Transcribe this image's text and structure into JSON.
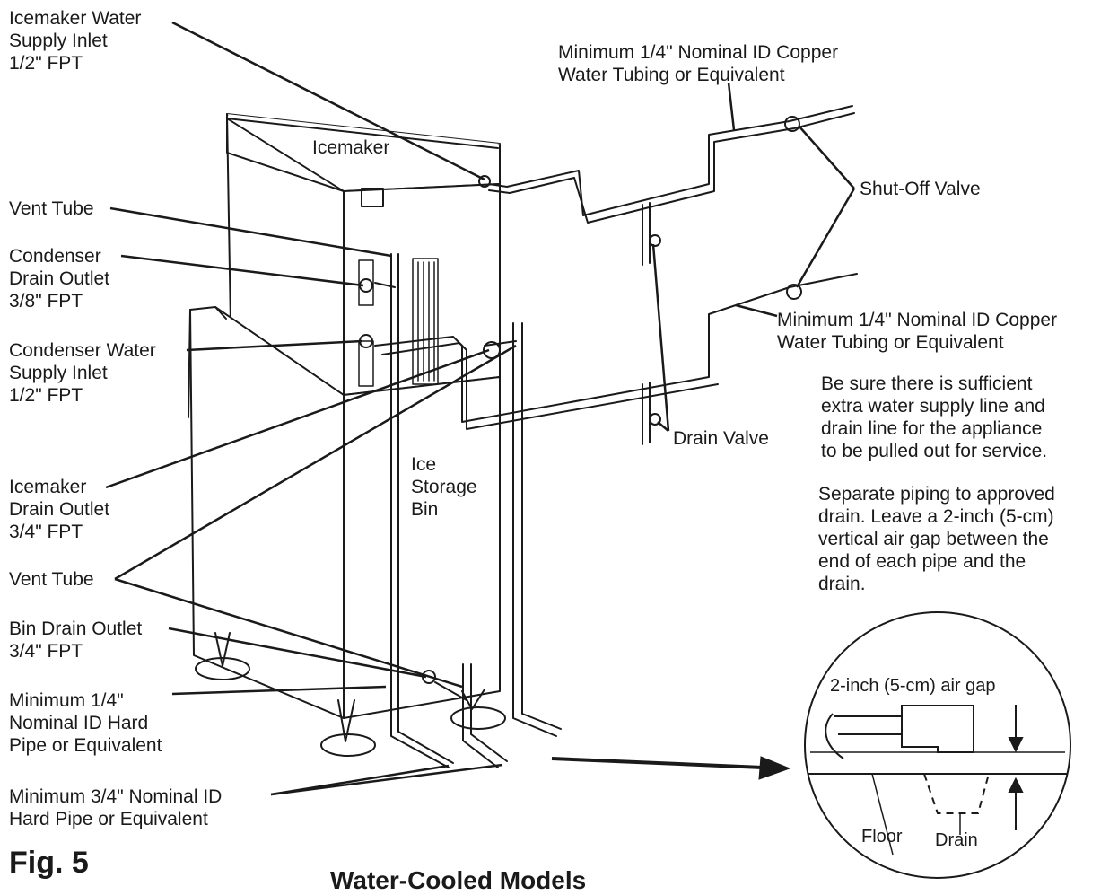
{
  "labels": {
    "icemaker_water_inlet": [
      "Icemaker Water",
      "Supply Inlet",
      "1/2\" FPT"
    ],
    "vent_tube_top": [
      "Vent Tube"
    ],
    "condenser_drain": [
      "Condenser",
      "Drain Outlet",
      "3/8\" FPT"
    ],
    "condenser_water": [
      "Condenser Water",
      "Supply Inlet",
      "1/2\" FPT"
    ],
    "icemaker_drain": [
      "Icemaker",
      "Drain Outlet",
      "3/4\" FPT"
    ],
    "vent_tube_bottom": [
      "Vent Tube"
    ],
    "bin_drain": [
      "Bin Drain Outlet",
      "3/4\" FPT"
    ],
    "hard_pipe_quarter": [
      "Minimum 1/4\"",
      "Nominal ID Hard",
      "Pipe or Equivalent"
    ],
    "hard_pipe_three_quarter": [
      "Minimum 3/4\" Nominal ID",
      "Hard Pipe or Equivalent"
    ],
    "copper_top": [
      "Minimum 1/4\" Nominal ID Copper",
      "Water Tubing or Equivalent"
    ],
    "copper_mid": [
      "Minimum 1/4\" Nominal ID Copper",
      "Water Tubing or Equivalent"
    ],
    "shut_off_valve": [
      "Shut-Off Valve"
    ],
    "drain_valve": [
      "Drain Valve"
    ],
    "icemaker": [
      "Icemaker"
    ],
    "ice_storage_bin": [
      "Ice",
      "Storage",
      "Bin"
    ]
  },
  "notes": {
    "supply_line": [
      "Be sure there is sufficient",
      "extra water supply line and",
      "drain line for the appliance",
      "to be pulled out for service."
    ],
    "piping": [
      "Separate piping to approved",
      "drain. Leave a 2-inch (5-cm)",
      "vertical air gap between the",
      "end of each pipe and the",
      "drain."
    ]
  },
  "detail": {
    "air_gap": "2-inch (5-cm) air gap",
    "floor": "Floor",
    "drain": "Drain"
  },
  "figure_number": "Fig. 5",
  "caption": "Water-Cooled Models"
}
